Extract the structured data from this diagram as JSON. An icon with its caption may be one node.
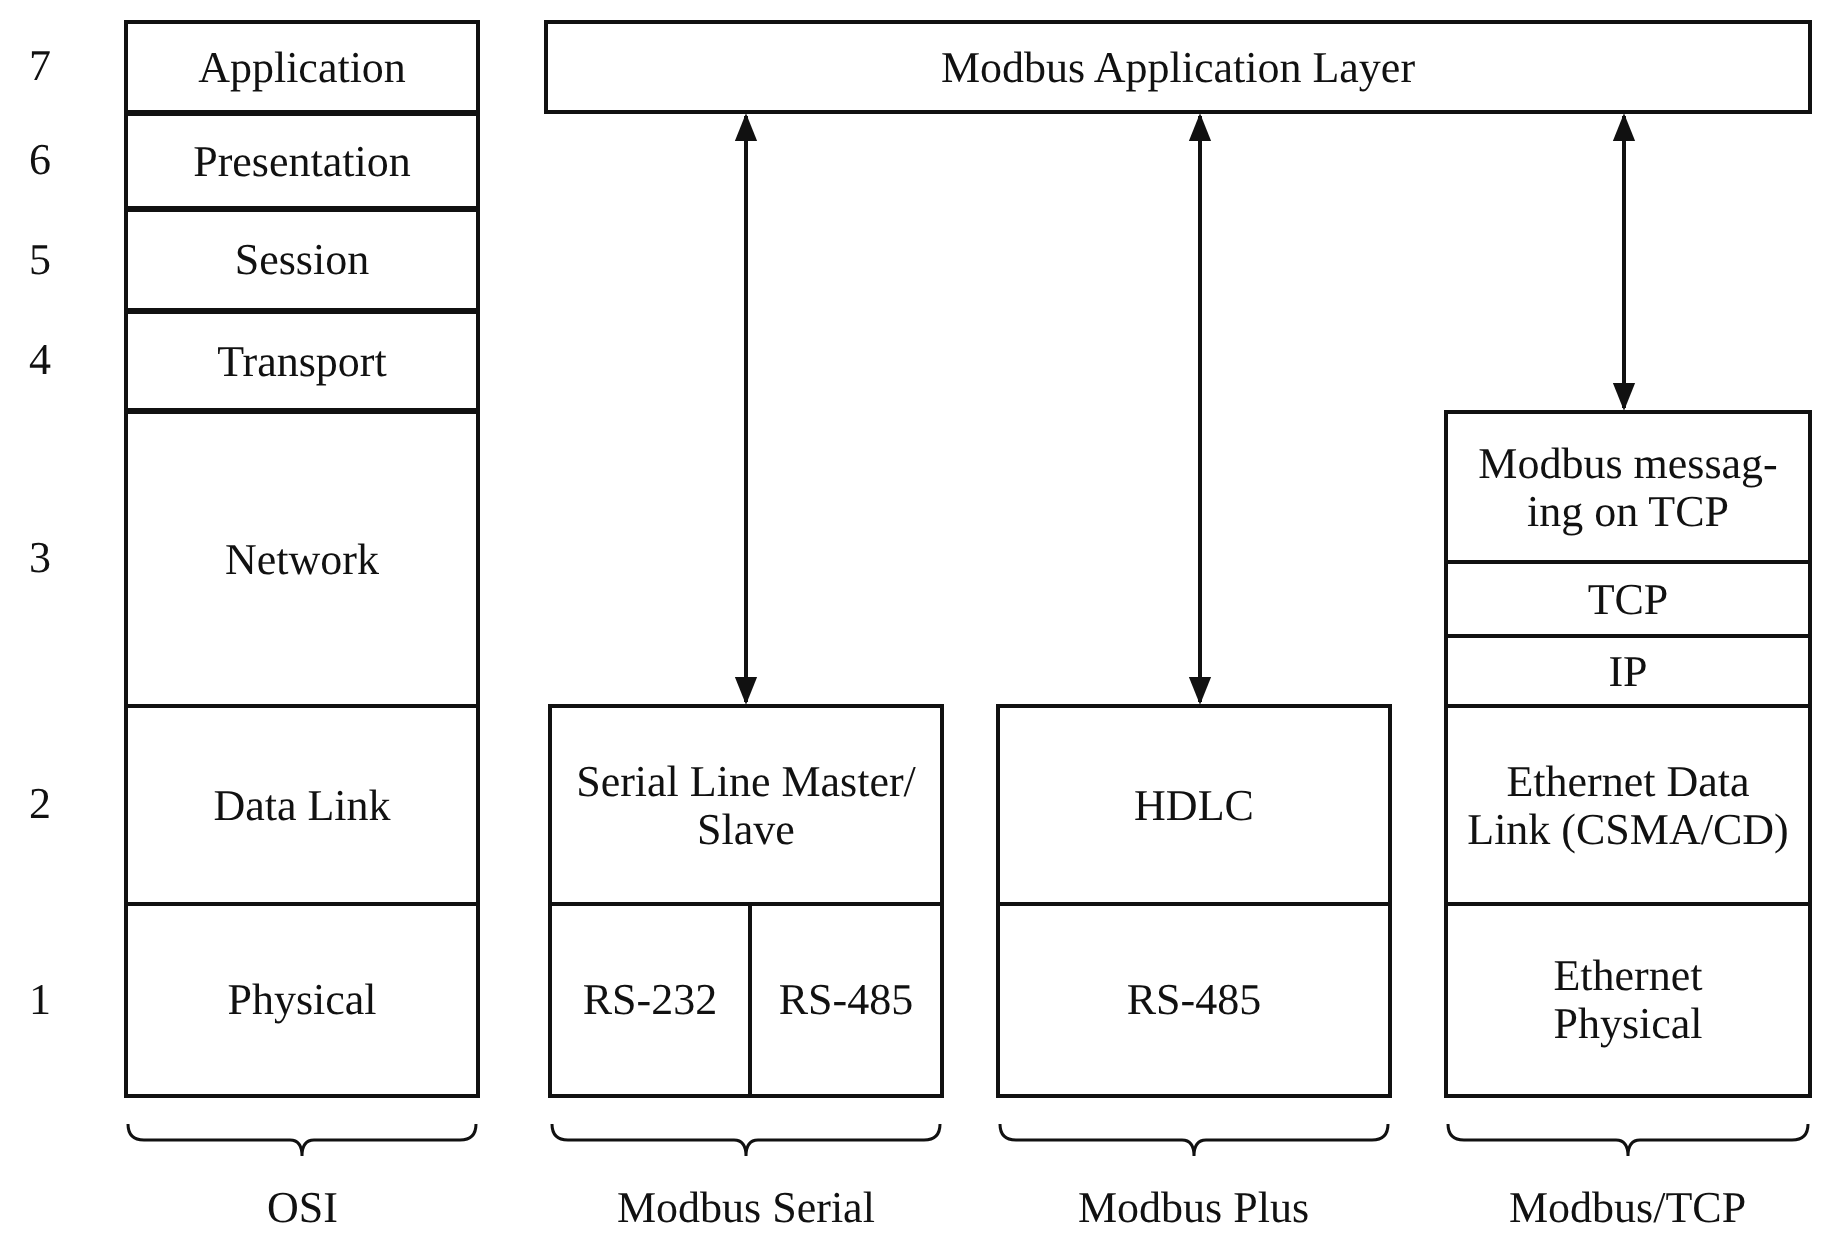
{
  "diagram": {
    "nodes": [
      {
        "text": [
          "Application"
        ]
      },
      {
        "text": [
          "Modbus Application Layer"
        ]
      },
      {
        "text": [
          "Presentation"
        ]
      },
      {
        "text": [
          "Session"
        ]
      },
      {
        "text": [
          "Transport"
        ]
      },
      {
        "text": [
          "Network"
        ]
      },
      {
        "text": [
          "Modbus messag-ing on TCP"
        ]
      },
      {
        "text": [
          "TCP"
        ]
      },
      {
        "text": [
          "IP"
        ]
      },
      {
        "text": [
          "Data Link"
        ]
      },
      {
        "text": [
          "Serial Line Master/ Slave"
        ]
      },
      {
        "text": [
          "HDLC"
        ]
      },
      {
        "text": [
          "Ethernet Data Link (CSMA/CD)"
        ]
      },
      {
        "text": [
          "Physical"
        ]
      },
      {
        "text": [
          "RS-232"
        ]
      },
      {
        "text": [
          "RS-485"
        ]
      },
      {
        "text": [
          "RS-485"
        ]
      },
      {
        "text": [
          "Ethernet Physical"
        ]
      }
    ],
    "edges": [
      {
        "from": 1,
        "to": 10,
        "arrow": "both"
      },
      {
        "from": 1,
        "to": 11,
        "arrow": "both"
      },
      {
        "from": 1,
        "to": 6,
        "arrow": "both"
      }
    ],
    "labels": [
      "7",
      "6",
      "5",
      "4",
      "3",
      "2",
      "1",
      "OSI",
      "Modbus Serial",
      "Modbus Plus",
      "Modbus/TCP"
    ]
  }
}
